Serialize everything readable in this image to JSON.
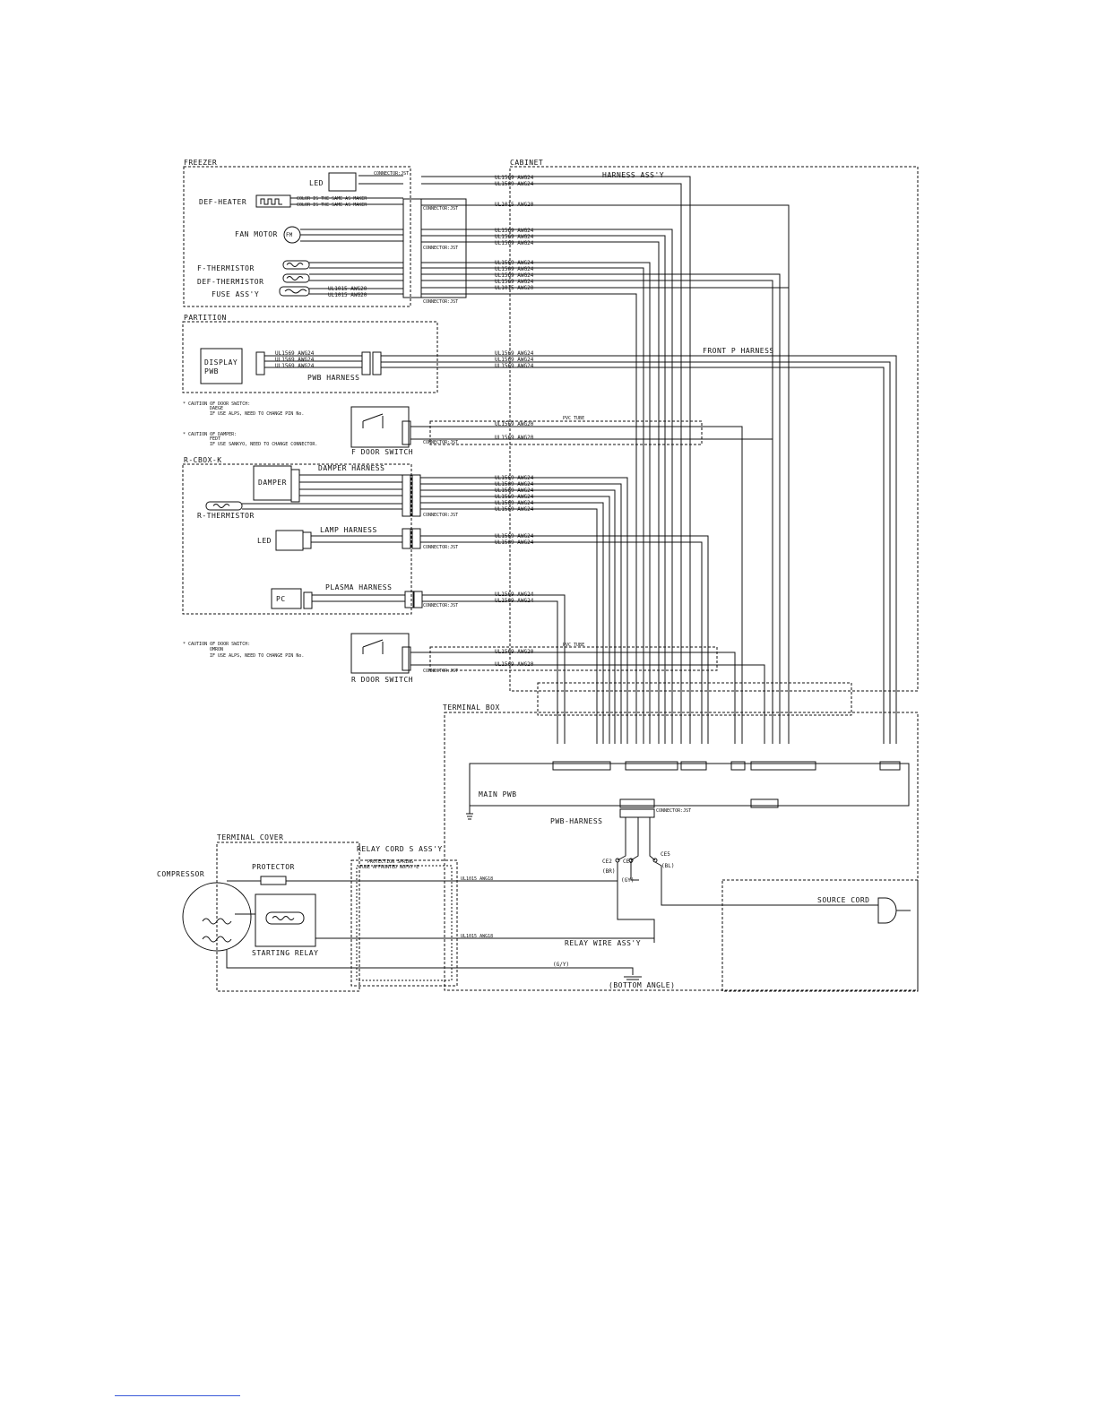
{
  "sections": {
    "freezer": "FREEZER",
    "cabinet": "CABINET",
    "partition": "PARTITION",
    "r_cbox": "R-CBOX-K",
    "terminal_box": "TERMINAL BOX",
    "terminal_cover": "TERMINAL COVER",
    "relay_cord": "RELAY CORD S ASS'Y"
  },
  "components": {
    "led_top": "LED",
    "def_heater": "DEF-HEATER",
    "fan_motor": "FAN MOTOR",
    "fm": "FM",
    "f_thermistor": "F-THERMISTOR",
    "def_thermistor": "DEF-THERMISTOR",
    "fuse": "FUSE ASS'Y",
    "display_pwb_1": "DISPLAY",
    "display_pwb_2": "PWB",
    "pwb_harness": "PWB HARNESS",
    "f_door_switch": "F DOOR SWITCH",
    "damper": "DAMPER",
    "damper_harness": "DAMPER HARNESS",
    "r_thermistor": "R-THERMISTOR",
    "lamp_harness": "LAMP HARNESS",
    "led_r": "LED",
    "pc": "PC",
    "plasma_harness": "PLASMA HARNESS",
    "r_door_switch": "R DOOR SWITCH",
    "main_pwb": "MAIN PWB",
    "pwb_harness_2": "PWB-HARNESS",
    "compressor": "COMPRESSOR",
    "protector": "PROTECTOR",
    "starting_relay": "STARTING RELAY",
    "source_cord": "SOURCE CORD",
    "relay_wire": "RELAY WIRE ASS'Y",
    "bottom_angle": "(BOTTOM ANGLE)",
    "gy_label": "(G/Y)",
    "harness_assy": "HARNESS ASS'Y",
    "front_p_harness": "FRONT P HARNESS",
    "ce2": "CE2",
    "ce2b": "CE2",
    "ce5": "CE5",
    "br": "(BR)",
    "gy": "(GY)",
    "bl": "(BL)"
  },
  "notes": {
    "color_same_1": "COLOR IS THE SAME AS MAKER",
    "color_same_2": "COLOR IS THE SAME AS MAKER",
    "caution_f_door_1": "* CAUTION OF DOOR SWITCH:",
    "caution_f_door_2": "DAEGE",
    "caution_f_door_3": "IF USE ALPS, NEED TO CHANGE PIN No.",
    "caution_damper_1": "* CAUTION OF DAMPER:",
    "caution_damper_2": "FEDT",
    "caution_damper_3": "IF USE SANKYO, NEED TO CHANGE CONNECTOR.",
    "caution_r_door_1": "* CAUTION OF DOOR SWITCH:",
    "caution_r_door_2": "OMRON",
    "caution_r_door_3": "IF USE ALPS, NEED TO CHANGE PIN No.",
    "pvc_tube": "PVC TUBE",
    "protection_spring": "PROTECTION SPRING",
    "tube": "TUBE AFFRONTED NOFXY-E"
  },
  "wires": {
    "ul1569_awg24": "UL1569 AWG24",
    "ul1015_awg20": "UL1015 AWG20",
    "ul1569_awg20": "UL1569 AWG20",
    "ul1015_awg18": "UL1015 AWG18",
    "connector_jst": "CONNECTOR:JST"
  },
  "colors": {
    "line": "#111111",
    "link_rule": "#3a5ad9"
  }
}
